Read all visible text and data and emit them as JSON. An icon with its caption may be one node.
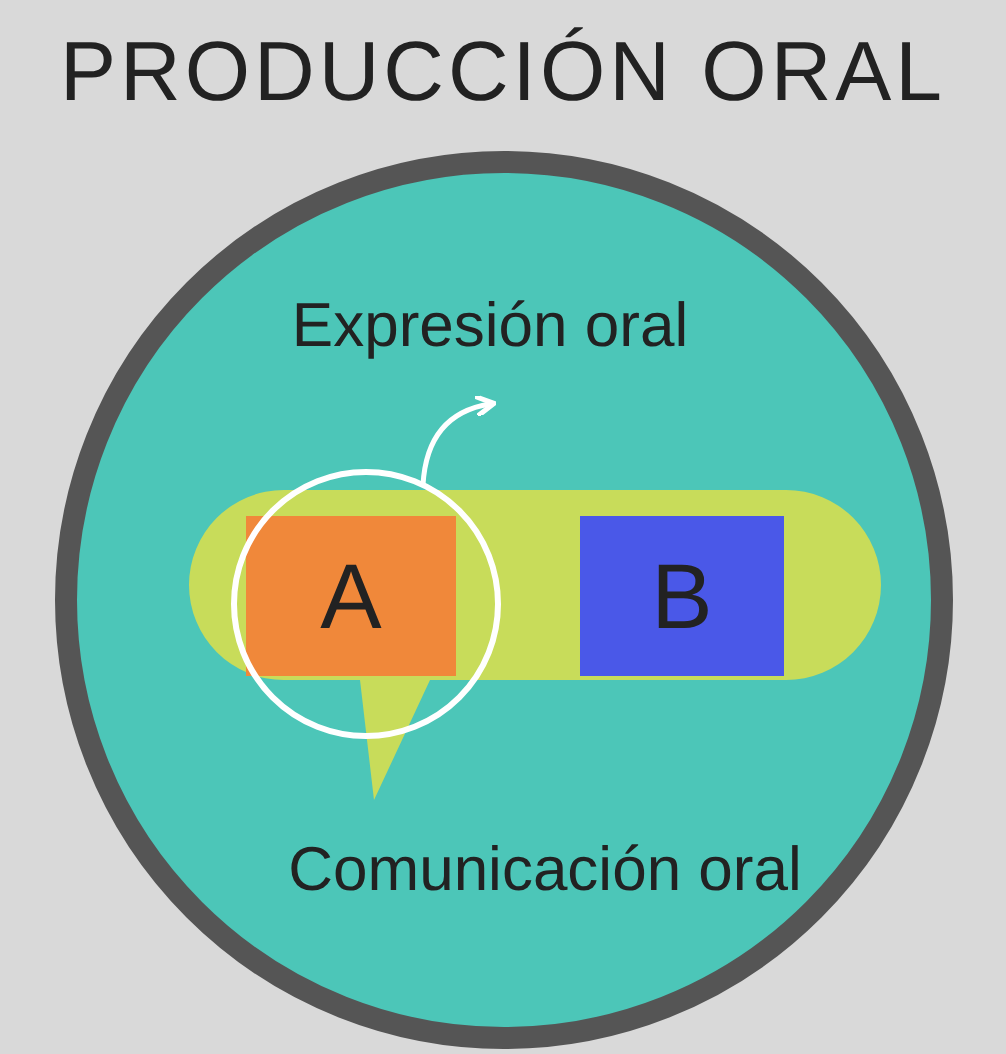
{
  "diagram": {
    "title": "PRODUCCIÓN ORAL",
    "nodes": [
      {
        "text": [],
        "shape": "circle"
      },
      {
        "text": [
          "Expresión oral"
        ],
        "in": 0
      },
      {
        "text": [
          "Comunicación oral"
        ],
        "in": 0
      },
      {
        "text": [],
        "shape": "circle",
        "in": 0
      },
      {
        "text": [
          "A"
        ],
        "in": 3
      },
      {
        "text": [
          "B"
        ],
        "in": 2
      }
    ],
    "edges": [
      {
        "from": 3,
        "to": 1,
        "arrow": "to"
      }
    ]
  }
}
